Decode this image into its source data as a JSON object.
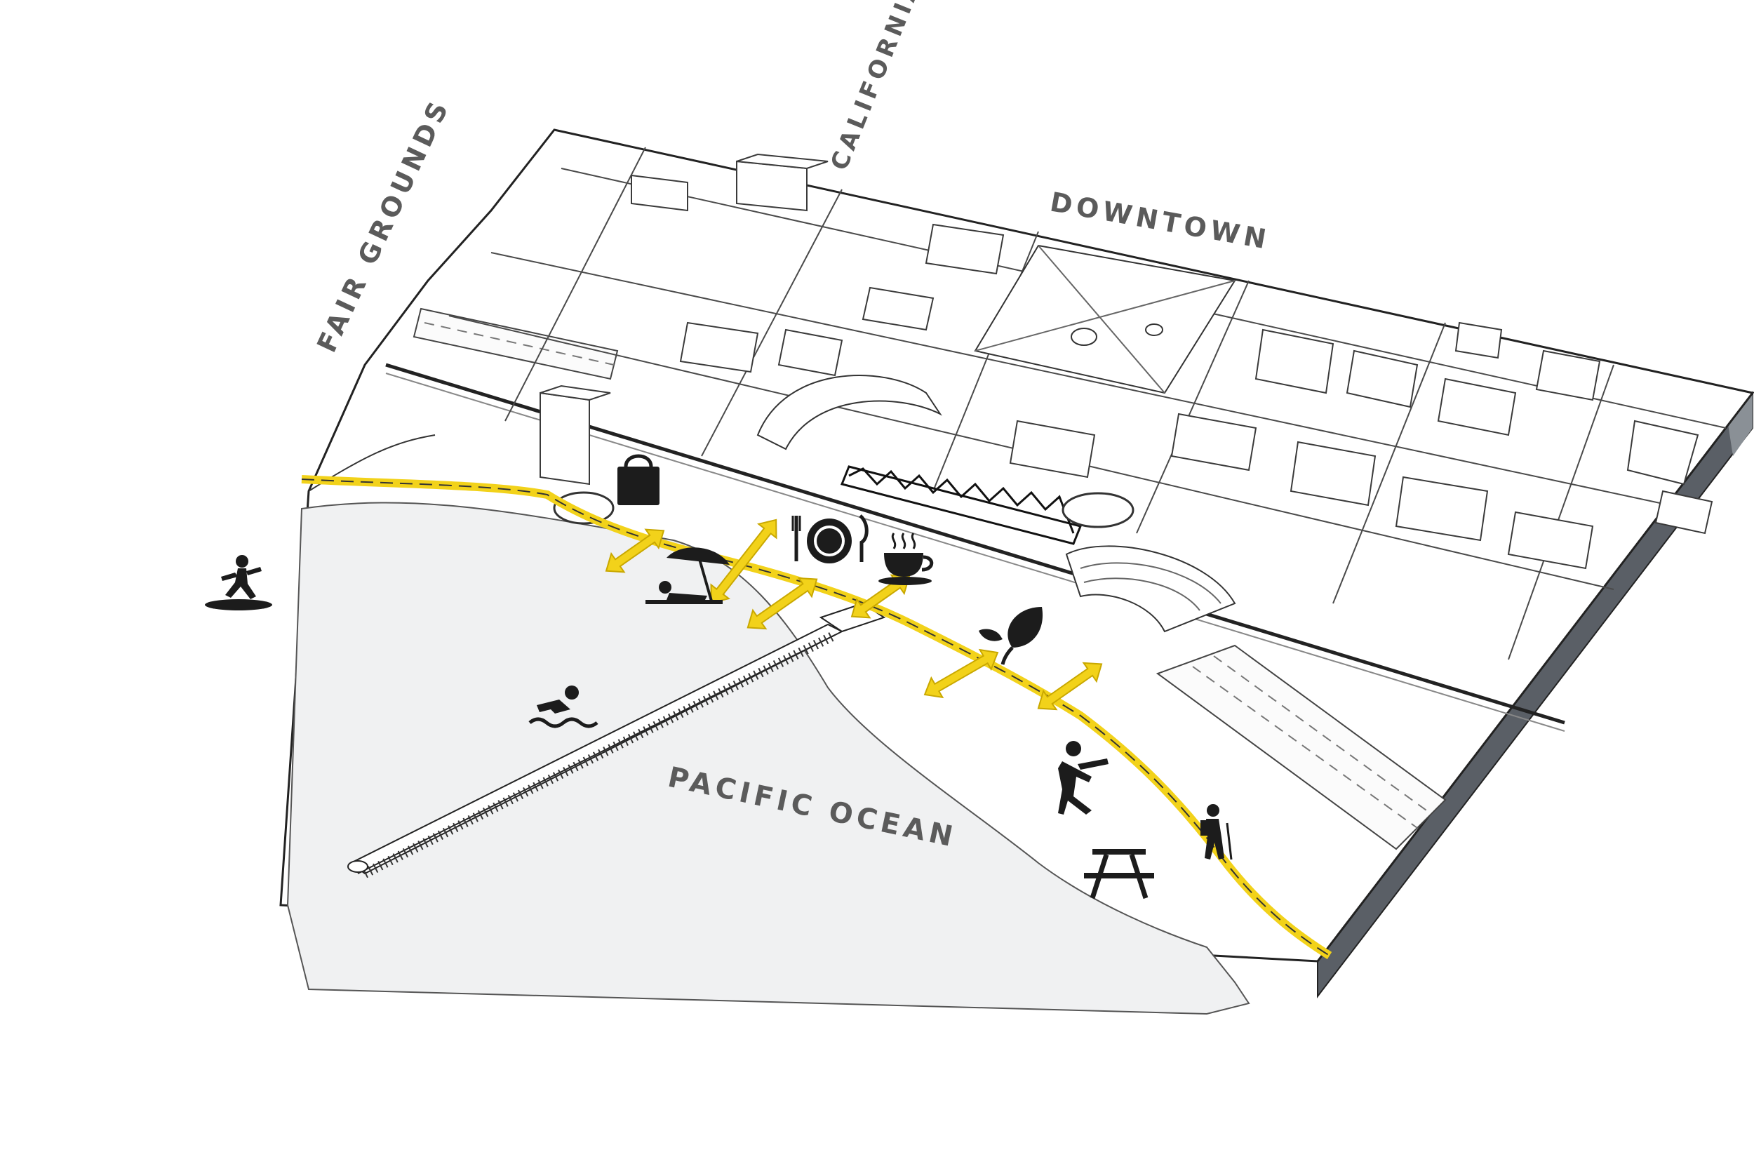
{
  "labels": {
    "fair_grounds": "FAIR GROUNDS",
    "california_st": "CALIFORNIA ST.",
    "downtown": "DOWNTOWN",
    "pacific_ocean": "PACIFIC OCEAN"
  },
  "colors": {
    "promenade": "#f2d21a",
    "ocean": "#f0f1f2",
    "land": "#ffffff",
    "edge": "#5a5f66",
    "ink": "#1c1c1c",
    "label": "#5b5b5b"
  },
  "icons": [
    "shopping-bag-icon",
    "surfer-icon",
    "beach-umbrella-icon",
    "dining-plate-icon",
    "coffee-cup-icon",
    "leaf-icon",
    "swimmer-icon",
    "yoga-icon",
    "hiker-icon",
    "picnic-table-icon"
  ]
}
